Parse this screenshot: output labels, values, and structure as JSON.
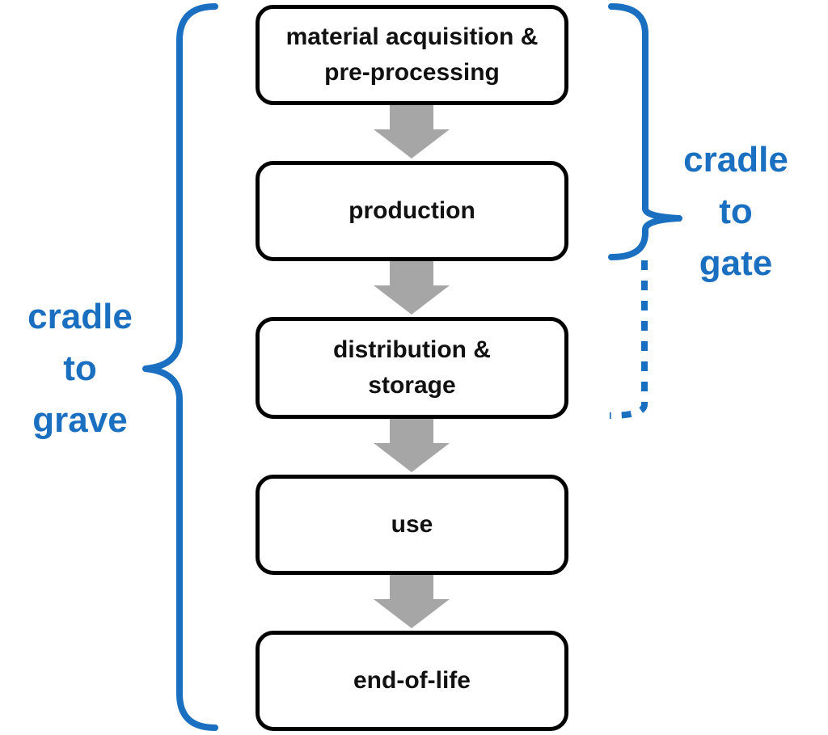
{
  "colors": {
    "bracket": "#1a6fc0",
    "arrow": "#a6a6a6",
    "box_border": "#000000",
    "text": "#111111"
  },
  "stages": [
    {
      "id": "material",
      "label": "material acquisition &\npre-processing"
    },
    {
      "id": "production",
      "label": "production"
    },
    {
      "id": "distribution",
      "label": "distribution &\nstorage"
    },
    {
      "id": "use",
      "label": "use"
    },
    {
      "id": "end-of-life",
      "label": "end-of-life"
    }
  ],
  "brackets": {
    "cradle_to_grave": {
      "label": "cradle\nto\ngrave"
    },
    "cradle_to_gate": {
      "label": "cradle\nto\ngate"
    }
  }
}
